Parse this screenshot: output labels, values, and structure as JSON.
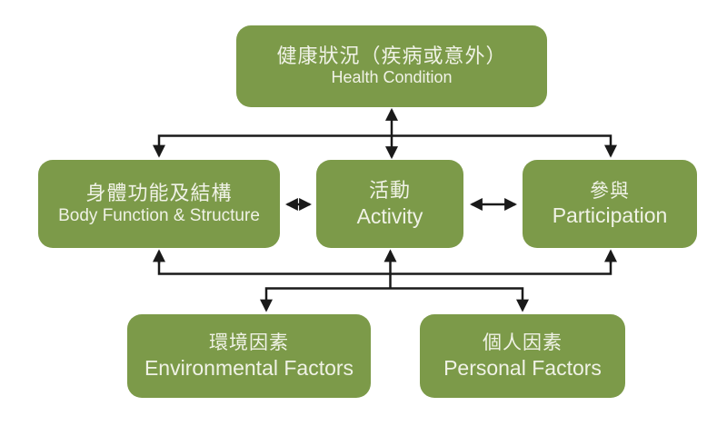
{
  "diagram": {
    "type": "flowchart",
    "nodes": {
      "health_condition": {
        "zh": "健康狀況（疾病或意外）",
        "en": "Health Condition"
      },
      "body_function_structure": {
        "zh": "身體功能及結構",
        "en": "Body Function & Structure"
      },
      "activity": {
        "zh": "活動",
        "en": "Activity"
      },
      "participation": {
        "zh": "參與",
        "en": "Participation"
      },
      "environmental_factors": {
        "zh": "環境因素",
        "en": "Environmental Factors"
      },
      "personal_factors": {
        "zh": "個人因素",
        "en": "Personal Factors"
      }
    },
    "edges": [
      {
        "from": "health_condition",
        "to": "activity",
        "direction": "bidirectional"
      },
      {
        "from": "health_condition",
        "to": "body_function_structure",
        "direction": "down"
      },
      {
        "from": "health_condition",
        "to": "participation",
        "direction": "down"
      },
      {
        "from": "body_function_structure",
        "to": "activity",
        "direction": "bidirectional"
      },
      {
        "from": "activity",
        "to": "participation",
        "direction": "bidirectional"
      },
      {
        "from": "factors_junction",
        "to": "body_function_structure",
        "direction": "up"
      },
      {
        "from": "factors_junction",
        "to": "activity",
        "direction": "up"
      },
      {
        "from": "factors_junction",
        "to": "participation",
        "direction": "up"
      },
      {
        "from": "factors_junction",
        "to": "environmental_factors",
        "direction": "down"
      },
      {
        "from": "factors_junction",
        "to": "personal_factors",
        "direction": "down"
      }
    ],
    "colors": {
      "box_fill": "#7c9a49",
      "box_text": "#f0f2e6",
      "arrow": "#1a1a1a",
      "background": "#ffffff"
    }
  }
}
